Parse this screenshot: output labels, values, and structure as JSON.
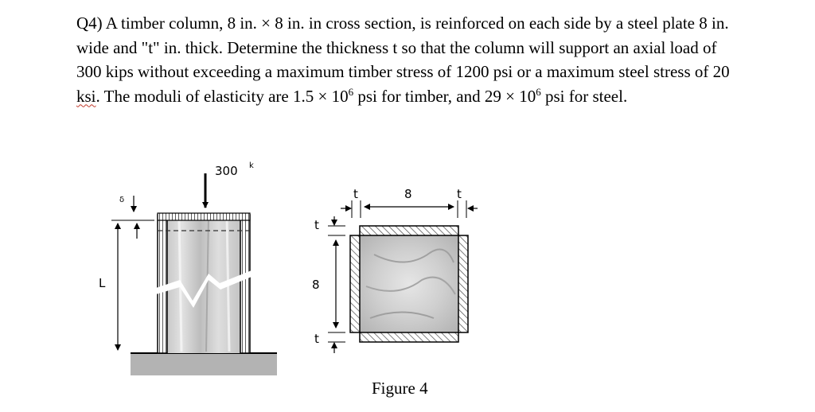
{
  "problem": {
    "id": "Q4)",
    "part1": " A timber column, 8 in. × 8 in. in cross section, is reinforced on each side by a steel plate 8 in. wide and \"t\" in. thick. Determine the thickness t so that the column will support an axial load of 300 kips without exceeding a maximum timber stress of 1200 psi or a maximum steel stress of 20 ",
    "ksi": "ksi",
    "part2": ". The moduli of elasticity are 1.5 × 10",
    "exp1": "6",
    "part3": " psi for timber, and 29 × 10",
    "exp2": "6",
    "part4": " psi for steel."
  },
  "figure": {
    "load_label": "300",
    "load_unit": "k",
    "delta_label": "δ",
    "length_label": "L",
    "t_top_left": "t",
    "width_label": "8",
    "t_top_right": "t",
    "t_left_upper": "t",
    "height_label": "8",
    "t_left_lower": "t",
    "caption": "Figure 4"
  }
}
